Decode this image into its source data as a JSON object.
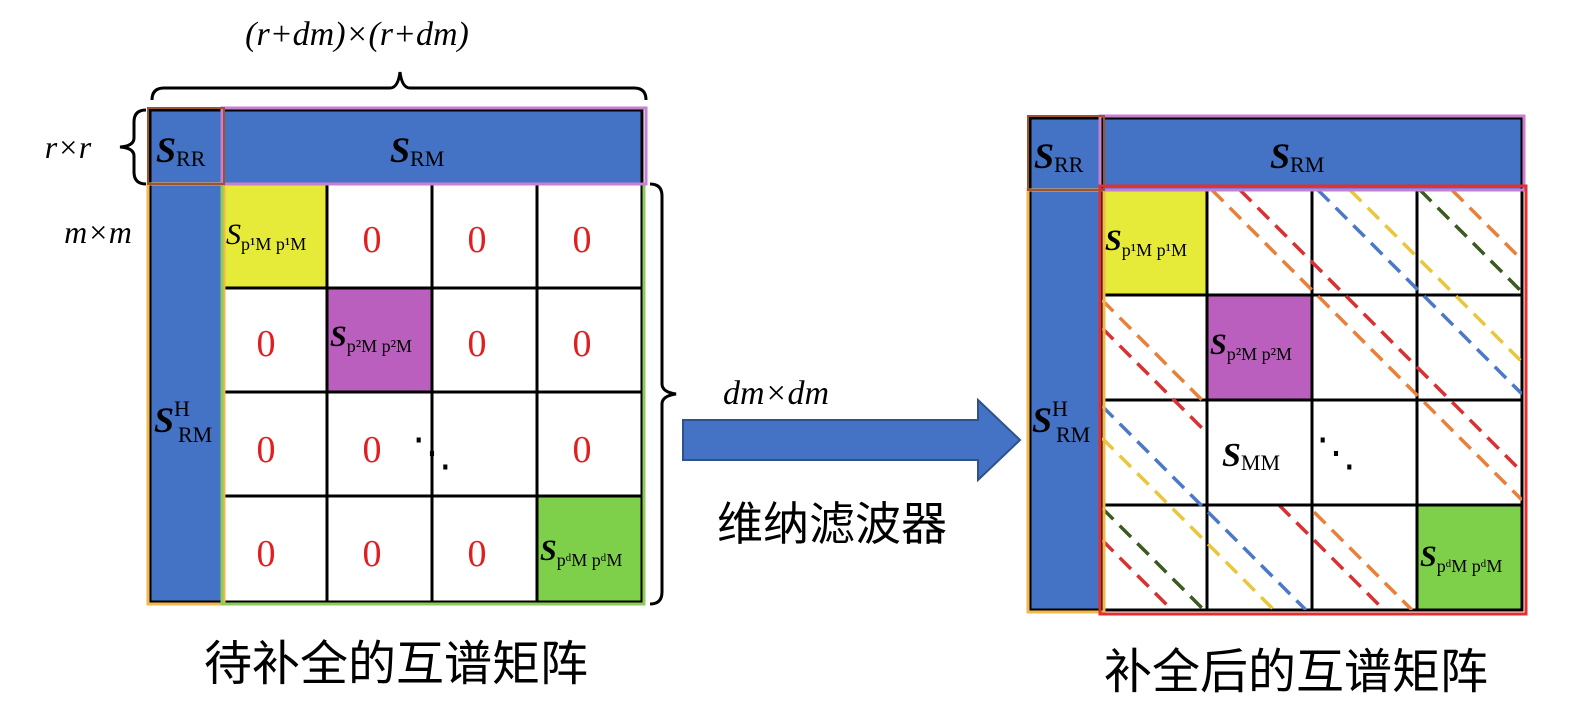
{
  "left_matrix": {
    "size_label": "(r+dm)×(r+dm)",
    "rr_label": "r×r",
    "mm_label": "m×m",
    "dm_label": "dm×dm",
    "block_rr": {
      "main": "S",
      "sub": "RR"
    },
    "block_rm": {
      "main": "S",
      "sub": "RM"
    },
    "block_rm_h": {
      "main": "S",
      "sup": "H",
      "sub": "RM"
    },
    "diag_blocks": [
      {
        "main": "S",
        "sub": "p¹M p¹M"
      },
      {
        "main": "S",
        "sub": "p²M p²M"
      },
      {
        "main": "S",
        "sub": "pᵈM pᵈM"
      }
    ],
    "zero": "0",
    "dots": "⋱",
    "caption": "待补全的互谱矩阵"
  },
  "arrow": {
    "label": "维纳滤波器"
  },
  "right_matrix": {
    "block_rr": {
      "main": "S",
      "sub": "RR"
    },
    "block_rm": {
      "main": "S",
      "sub": "RM"
    },
    "block_rm_h": {
      "main": "S",
      "sup": "H",
      "sub": "RM"
    },
    "block_mm": {
      "main": "S",
      "sub": "MM"
    },
    "diag_blocks": [
      {
        "main": "S",
        "sub": "p¹M p¹M"
      },
      {
        "main": "S",
        "sub": "p²M p²M"
      },
      {
        "main": "S",
        "sub": "pᵈM pᵈM"
      }
    ],
    "dots": "⋱",
    "caption": "补全后的互谱矩阵"
  },
  "colors": {
    "blue": "#4472C4",
    "yellow": "#E6EB3A",
    "purple": "#BA5FBD",
    "green": "#7ED04B",
    "zero_red": "#E02020",
    "outline_yellow": "#F2B84B",
    "outline_green": "#8FCB5A",
    "outline_purple": "#C77ED3",
    "outline_brown": "#A0522D",
    "outline_red": "#E03030",
    "dash_orange": "#E8803A",
    "dash_red": "#D93030",
    "dash_blue": "#4C78C8",
    "dash_yellow": "#E8C83A",
    "dash_darkgreen": "#3A5A20"
  }
}
